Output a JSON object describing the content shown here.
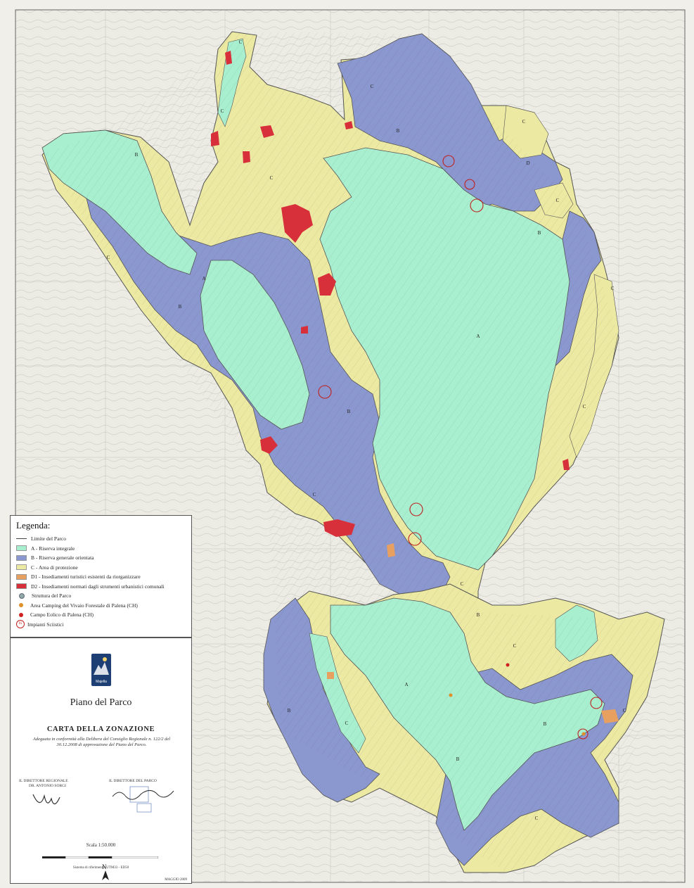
{
  "colors": {
    "zone_a": "#a8efcf",
    "zone_b": "#8b97cf",
    "zone_c": "#ece9a3",
    "zone_d1": "#e8a060",
    "zone_d2": "#d8303a",
    "outside": "#efefe9",
    "boundary": "#555555",
    "ski_ring": "#c02020"
  },
  "zone_letters": [
    "A",
    "B",
    "C",
    "D"
  ],
  "legend": {
    "title": "Legenda:",
    "items": [
      {
        "symbol": "line",
        "label": "Limite del Parco"
      },
      {
        "symbol": "zone_a",
        "label": "A - Riserva integrale"
      },
      {
        "symbol": "zone_b",
        "label": "B - Riserva generale orientata"
      },
      {
        "symbol": "zone_c",
        "label": "C - Area di protezione"
      },
      {
        "symbol": "zone_d1",
        "label": "D1 - Insediamenti turistici esistenti da riorganizzare"
      },
      {
        "symbol": "zone_d2",
        "label": "D2 - Insediamenti normati dagli strumenti urbanistici comunali"
      },
      {
        "symbol": "dot-gray",
        "label": "Struttura del Parco"
      },
      {
        "symbol": "dot-orange",
        "label": "Area Camping del Vivaio Forestale di Palena (CH)"
      },
      {
        "symbol": "dot-red",
        "label": "Campo Eolico di Palena (CH)"
      },
      {
        "symbol": "ring",
        "label": "Impianti Sciistici",
        "code": "IS"
      }
    ]
  },
  "title_block": {
    "logo_text": "Majella",
    "plan_name": "Piano del Parco",
    "map_title": "CARTA DELLA ZONAZIONE",
    "subtitle": "Adeguata in conformità alla Delibera del Consiglio Regionale n. 122/2 del 30.12.2008 di approvazione del Piano del Parco.",
    "left_signatory_role": "IL DIRETTORE REGIONALE",
    "left_signatory_name": "DR. ANTONIO SORGI",
    "right_signatory_role": "IL DIRETTORE DEL PARCO",
    "scale": "Scala 1:50.000",
    "ref_system": "Sistema di riferimento: UTM33 - ED50",
    "north": "N",
    "date": "MAGGIO 2009"
  }
}
